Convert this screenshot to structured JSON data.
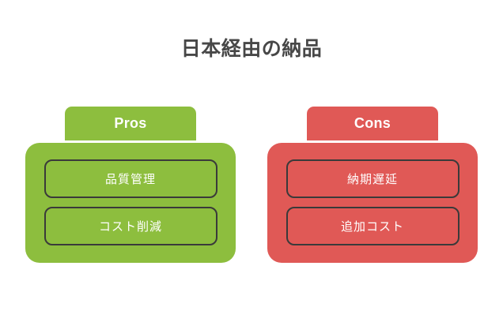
{
  "title": "日本経由の納品",
  "colors": {
    "background": "#ffffff",
    "title_text": "#474747",
    "pros": "#8dbe3e",
    "cons": "#e05956",
    "item_border": "#3a3a3a",
    "item_text": "#ffffff"
  },
  "columns": [
    {
      "id": "pros",
      "label": "Pros",
      "items": [
        "品質管理",
        "コスト削減"
      ]
    },
    {
      "id": "cons",
      "label": "Cons",
      "items": [
        "納期遅延",
        "追加コスト"
      ]
    }
  ]
}
